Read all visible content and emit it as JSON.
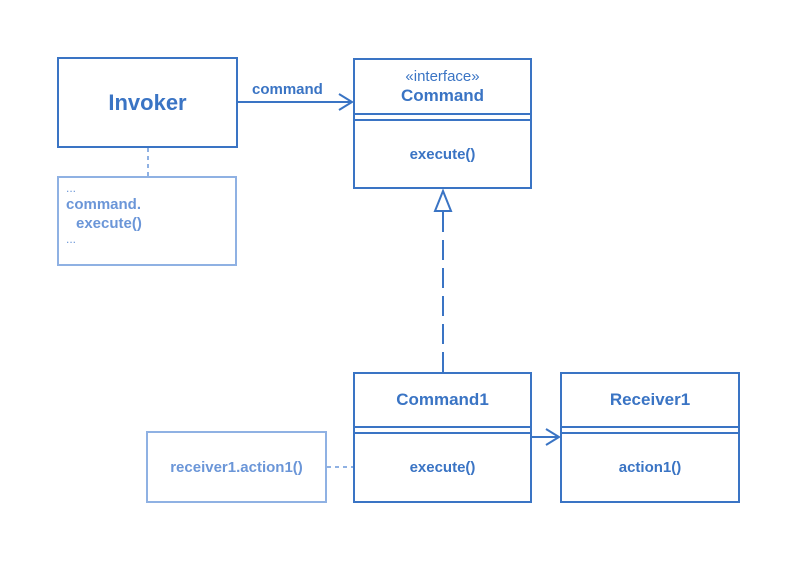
{
  "diagram": {
    "invoker": {
      "name": "Invoker"
    },
    "command_interface": {
      "stereotype": "«interface»",
      "name": "Command",
      "operation": "execute()"
    },
    "command1": {
      "name": "Command1",
      "operation": "execute()"
    },
    "receiver1": {
      "name": "Receiver1",
      "operation": "action1()"
    },
    "invoker_note": {
      "line1": "...",
      "line2": "command.",
      "line3": "execute()",
      "line4": "..."
    },
    "command1_note": {
      "text": "receiver1.action1()"
    },
    "association_label": "command",
    "colors": {
      "primary": "#3a74c4",
      "note_border": "#8fb1e3",
      "note_text": "#6b96d8",
      "background": "#ffffff"
    }
  }
}
